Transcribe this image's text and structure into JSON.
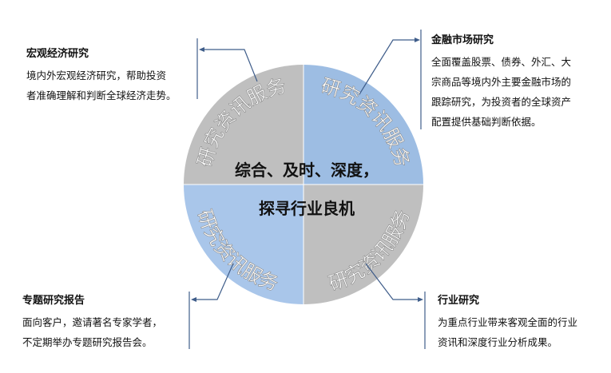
{
  "center": {
    "line1": "综合、及时、深度，",
    "line2": "探寻行业良机"
  },
  "quadrant_label": "研究资讯服务",
  "blocks": {
    "macro": {
      "title": "宏观经济研究",
      "lines": [
        "境内外宏观经济研究，帮助投资",
        "者准确理解和判断全球经济走势。"
      ]
    },
    "market": {
      "title": "金融市场研究",
      "lines": [
        "全面覆盖股票、债券、外汇、大",
        "宗商品等境内外主要金融市场的",
        "跟踪研究，为投资者的全球资产",
        "配置提供基础判断依据。"
      ]
    },
    "special": {
      "title": "专题研究报告",
      "lines": [
        "面向客户，邀请著名专家学者，",
        "不定期举办专题研究报告会。"
      ]
    },
    "industry": {
      "title": "行业研究",
      "lines": [
        "为重点行业带来客观全面的行业",
        "资讯和深度行业分析成果。"
      ]
    }
  },
  "colors": {
    "gray": "#bfbfbf",
    "blue": "#9dbde3",
    "line": "#3f5d8a"
  }
}
